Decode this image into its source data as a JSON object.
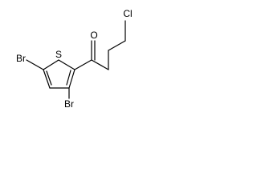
{
  "molecule": {
    "atom_labels": {
      "cl": "Cl",
      "o": "O",
      "s": "S",
      "br_left": "Br",
      "br_bottom": "Br"
    }
  }
}
